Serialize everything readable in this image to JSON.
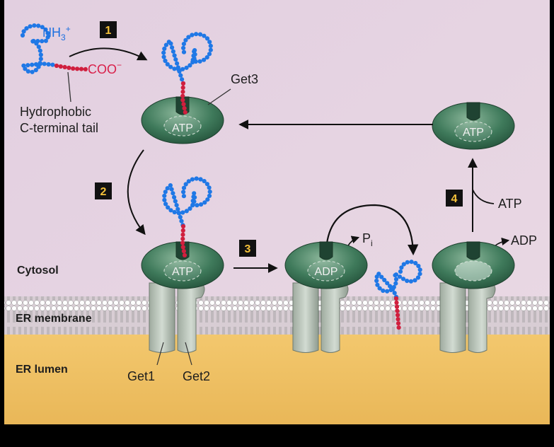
{
  "steps": [
    "1",
    "2",
    "3",
    "4"
  ],
  "regions": {
    "cytosol": "Cytosol",
    "membrane": "ER membrane",
    "lumen": "ER lumen"
  },
  "labels": {
    "nh3": "NH",
    "nh3_sub": "3",
    "nh3_sup": "+",
    "coo": "COO",
    "coo_sup": "−",
    "tail_line1": "Hydrophobic",
    "tail_line2": "C-terminal tail",
    "get3": "Get3",
    "get1": "Get1",
    "get2": "Get2",
    "pi": "P",
    "pi_sub": "i",
    "atp_in": "ATP",
    "adp_out": "ADP"
  },
  "nucleotides": {
    "get3_top_left": "ATP",
    "get3_top_right": "ATP",
    "get3_docked": "ATP",
    "get3_hydrolyzed": "ADP"
  },
  "colors": {
    "background": "#e5d3e0",
    "lumen": "#f0c36b",
    "membrane_head": "#ffffff",
    "protein_green": "#2f6b4e",
    "receptor_gray": "#b9c3bb",
    "peptide_blue": "#1f78e6",
    "tail_red": "#d01f3e",
    "step_box": "#111111",
    "step_text": "#f5c23a"
  }
}
